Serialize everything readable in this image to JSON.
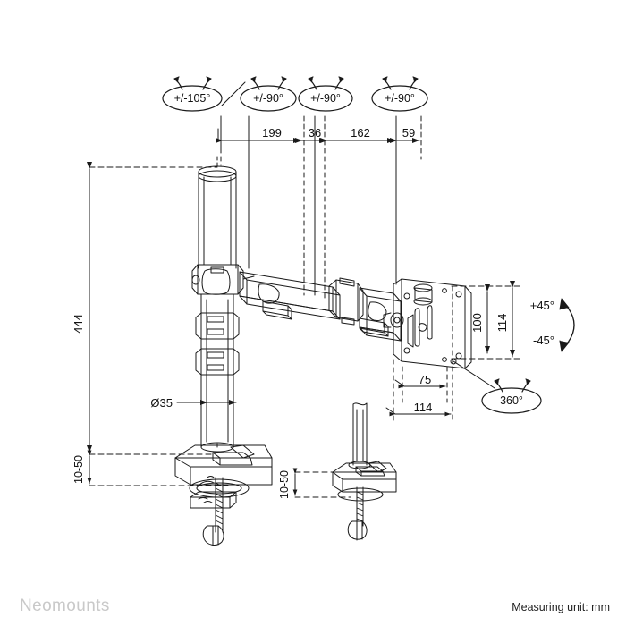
{
  "document": {
    "type": "technical-drawing",
    "brand": "Neomounts",
    "unit_note": "Measuring unit: mm",
    "background_color": "#ffffff",
    "line_color": "#1a1a1a",
    "brand_color": "#c9c9c9"
  },
  "rotation_callouts": [
    {
      "id": "rot-column",
      "label": "+/-105°"
    },
    {
      "id": "rot-joint-1",
      "label": "+/-90°"
    },
    {
      "id": "rot-joint-2",
      "label": "+/-90°"
    },
    {
      "id": "rot-joint-3",
      "label": "+/-90°"
    }
  ],
  "horizontal_dimensions": [
    {
      "id": "dim-199",
      "label": "199"
    },
    {
      "id": "dim-36",
      "label": "36"
    },
    {
      "id": "dim-162",
      "label": "162"
    },
    {
      "id": "dim-59",
      "label": "59"
    }
  ],
  "vertical_dimensions": [
    {
      "id": "dim-444",
      "label": "444"
    },
    {
      "id": "dim-clamp-left",
      "label": "10-50"
    },
    {
      "id": "dim-clamp-right",
      "label": "10-50"
    }
  ],
  "diameter_dimensions": [
    {
      "id": "dim-pole-dia",
      "label": "Ø35"
    }
  ],
  "vesa_dimensions": [
    {
      "id": "dim-vesa-100",
      "label": "100"
    },
    {
      "id": "dim-vesa-114",
      "label": "114"
    },
    {
      "id": "dim-depth-75",
      "label": "75"
    },
    {
      "id": "dim-depth-114",
      "label": "114"
    }
  ],
  "tilt_callout": {
    "id": "tilt-range",
    "up_label": "+45°",
    "down_label": "-45°"
  },
  "swivel_callout": {
    "id": "swivel-360",
    "label": "360°"
  }
}
